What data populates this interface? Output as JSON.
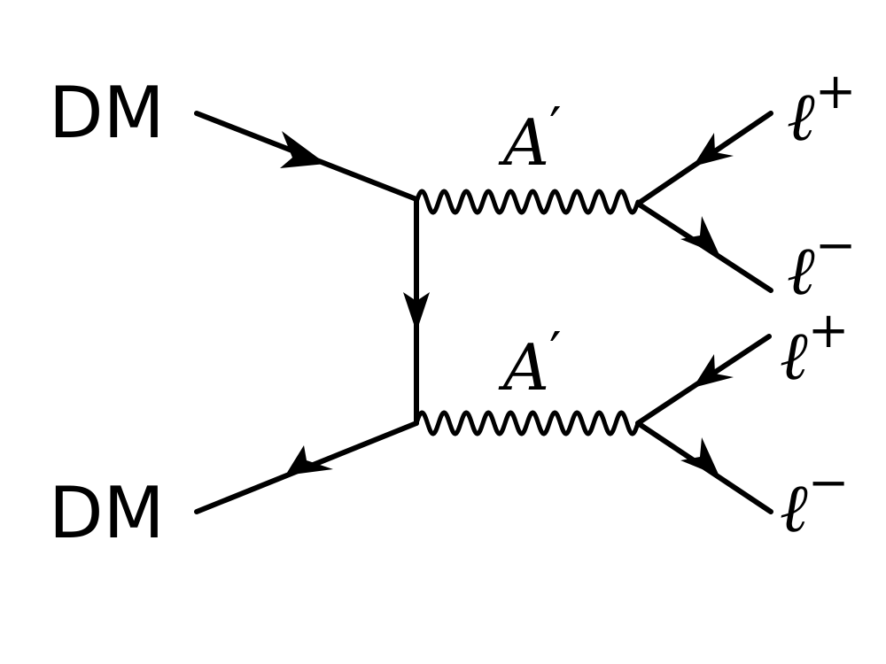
{
  "labels": {
    "dm_in": "DM",
    "dm_out": "DM",
    "photon_upper": "A",
    "photon_lower": "A",
    "prime": "′",
    "lepton_symbol": "ℓ",
    "plus": "+",
    "minus": "−"
  },
  "colors": {
    "ink": "#000000",
    "background": "#ffffff"
  }
}
